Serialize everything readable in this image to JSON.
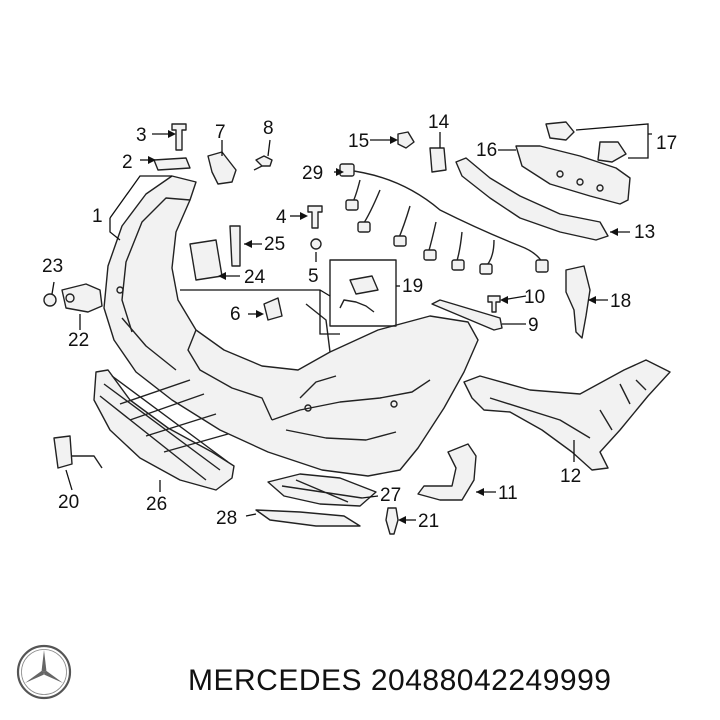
{
  "callouts": [
    "1",
    "2",
    "3",
    "4",
    "5",
    "6",
    "7",
    "8",
    "9",
    "10",
    "11",
    "12",
    "13",
    "14",
    "15",
    "16",
    "17",
    "18",
    "19",
    "20",
    "21",
    "22",
    "23",
    "24",
    "25",
    "26",
    "27",
    "28",
    "29"
  ],
  "footer": {
    "brand": "MERCEDES",
    "part_number": "20488042249999"
  },
  "logo": {
    "name": "mercedes-star-logo"
  }
}
